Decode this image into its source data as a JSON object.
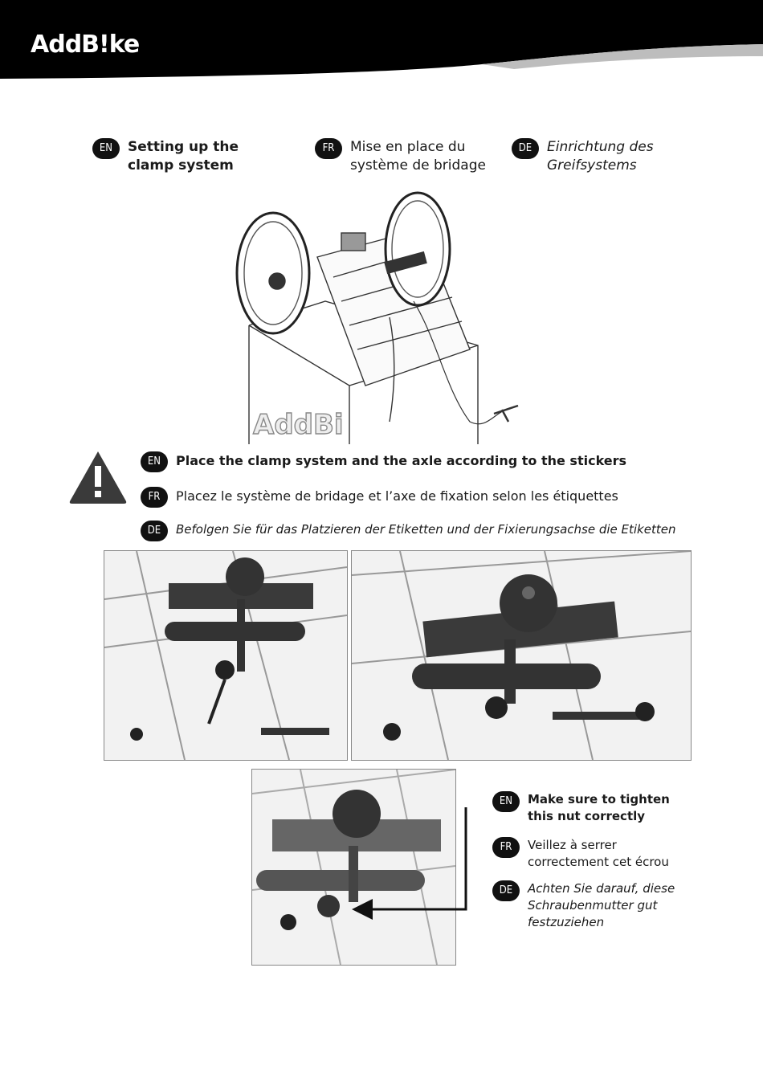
{
  "brand": {
    "logo_text": "AddB!ke"
  },
  "section1": {
    "en": {
      "badge": "EN",
      "text": "Setting up the clamp system"
    },
    "fr": {
      "badge": "FR",
      "text": "Mise en place du système de bridage"
    },
    "de": {
      "badge": "DE",
      "text": "Einrichtung des Greifsystems"
    }
  },
  "warning": {
    "icon": "warning-triangle-icon",
    "en": {
      "badge": "EN",
      "text": "Place the clamp system and the axle according to the stickers"
    },
    "fr": {
      "badge": "FR",
      "text": "Placez le système de bridage et l’axe de fixation selon les étiquettes"
    },
    "de": {
      "badge": "DE",
      "text": "Befolgen Sie für das Platzieren der Etiketten und der Fixierungsachse die Etiketten"
    }
  },
  "note": {
    "en": {
      "badge": "EN",
      "text": "Make sure to tighten this nut correctly"
    },
    "fr": {
      "badge": "FR",
      "text": "Veillez à serrer correctement cet écrou"
    },
    "de": {
      "badge": "DE",
      "text": "Achten Sie darauf, diese Schraubenmutter gut festzuziehen"
    }
  },
  "colors": {
    "header": "#000000",
    "badge": "#111111",
    "warning": "#3a3a3a"
  }
}
